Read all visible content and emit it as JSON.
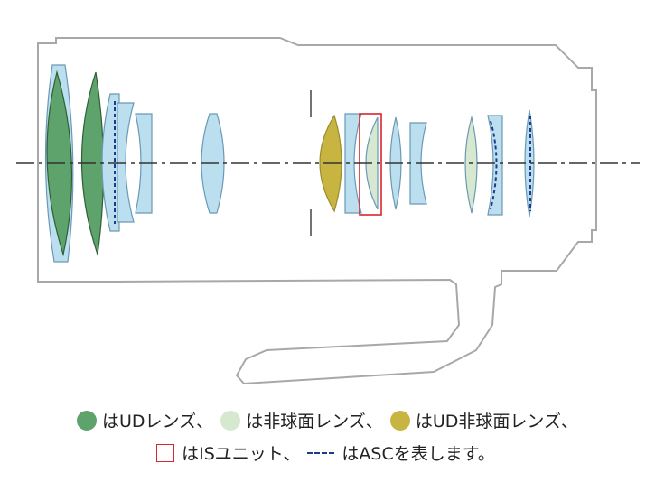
{
  "colors": {
    "barrel": "#a8a8a8",
    "axis": "#333333",
    "ud": "#5da36b",
    "ud_edge": "#2f5f38",
    "normal": "#bcdff0",
    "normal_edge": "#6a99b5",
    "aspherical": "#d6e8cf",
    "ud_aspherical": "#c8b440",
    "is_unit": "#d9262b",
    "asc": "#1e3a8c"
  },
  "legend": {
    "ud": "はUDレンズ、",
    "aspherical": "は非球面レンズ、",
    "ud_aspherical": "はUD非球面レンズ、",
    "is_unit": "はISユニット、",
    "asc": "はASCを表します。"
  },
  "icons": {
    "ud": "green-circle",
    "aspherical": "pale-green-circle",
    "ud_aspherical": "yellow-circle",
    "is_unit": "red-square-outline",
    "asc": "blue-dashed-line"
  }
}
